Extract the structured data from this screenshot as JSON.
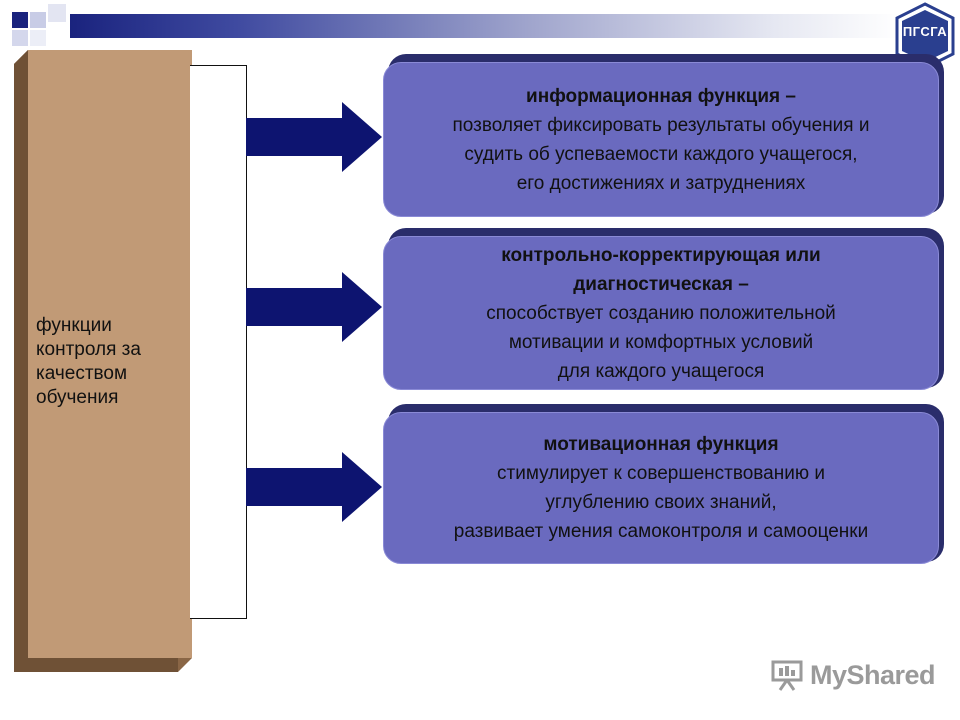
{
  "logo": {
    "text": "ПГСГА"
  },
  "column": {
    "label": "функции контроля за качеством обучения"
  },
  "boxes": [
    {
      "title": "информационная функция –",
      "lines": [
        "позволяет фиксировать результаты обучения и",
        "судить об  успеваемости  каждого учащегося,",
        "его достижениях и затруднениях"
      ]
    },
    {
      "title_lines": [
        "контрольно-корректирующая или",
        "диагностическая –"
      ],
      "lines": [
        "способствует созданию положительной",
        "мотивации и комфортных условий",
        "для каждого учащегося"
      ]
    },
    {
      "title": "мотивационная функция",
      "lines": [
        "стимулирует к совершенствованию и",
        "углублению своих знаний,",
        "развивает умения самоконтроля и самооценки"
      ]
    }
  ],
  "watermark": {
    "text": "MyShared"
  },
  "colors": {
    "header": "#1a237e",
    "column": "#c19a76",
    "box": "#6a6abf",
    "arrow": "#0d1470"
  }
}
